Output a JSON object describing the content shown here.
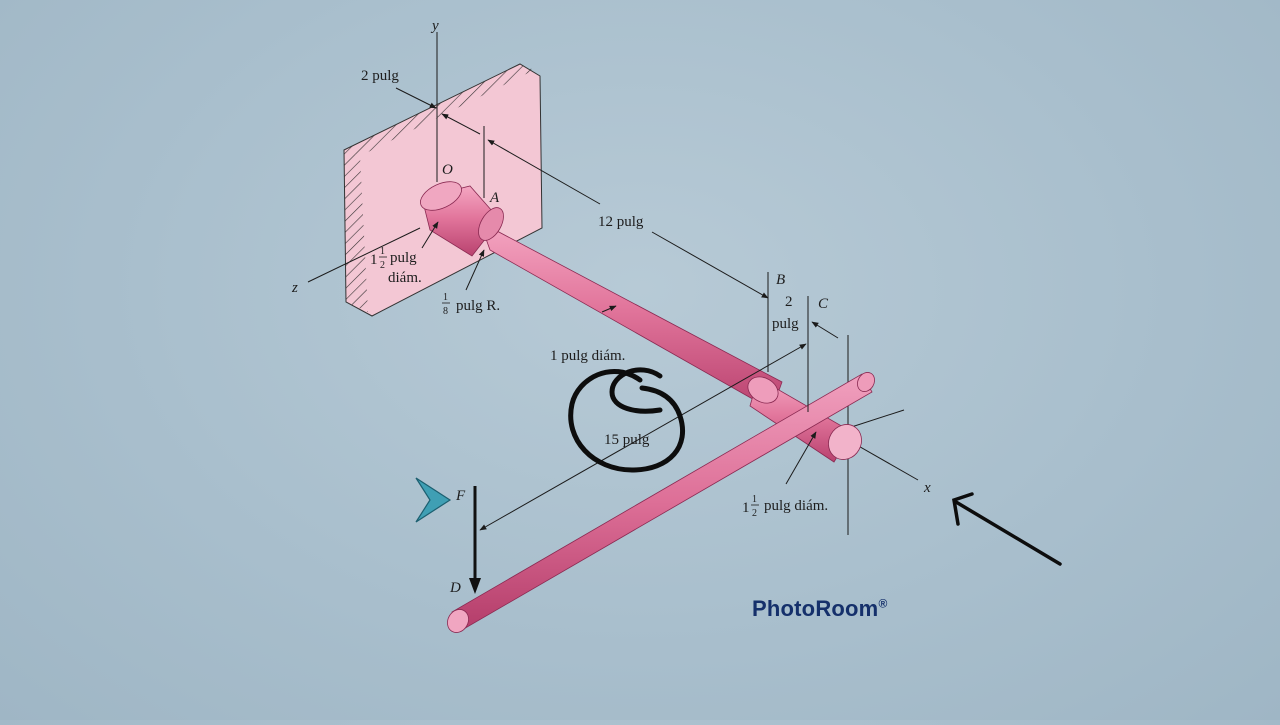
{
  "diagram": {
    "labels": {
      "axis_y": "y",
      "axis_z": "z",
      "axis_x": "x",
      "point_o": "O",
      "point_a": "A",
      "point_b": "B",
      "point_c": "C",
      "point_d": "D",
      "force_f": "F",
      "dim_2_pulg": "2 pulg",
      "dim_12_pulg": "12 pulg",
      "dim_15_pulg": "15 pulg",
      "dim_2": "2",
      "dim_pulg": "pulg",
      "dim_1_pulg_diam": "1 pulg diám.",
      "dim_1_half_whole": "1",
      "dim_half_num": "1",
      "dim_half_den": "2",
      "dim_1_half_pulg": "pulg",
      "dim_1_half_diam": "diám.",
      "dim_eighth_num": "1",
      "dim_eighth_den": "8",
      "dim_eighth_pulg_r": "pulg R.",
      "dim_collar_whole": "1",
      "dim_collar_num": "1",
      "dim_collar_den": "2",
      "dim_collar_text": "pulg diám."
    },
    "colors": {
      "shaft": "#e07aa0",
      "shaft_dark": "#b8406e",
      "wall": "#f2c4d2",
      "ink": "#111111",
      "arrow_teal": "#3e9bb0"
    }
  },
  "brand": {
    "name": "PhotoRoom",
    "mark": "®"
  }
}
